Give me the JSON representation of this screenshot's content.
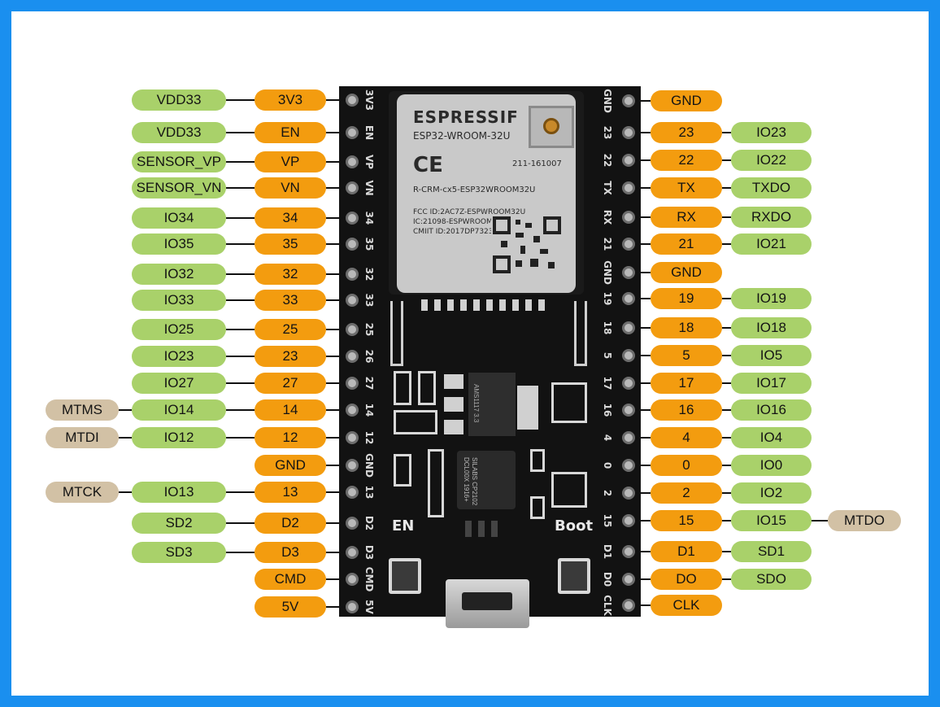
{
  "board": {
    "module_brand": "ESPRESSIF",
    "module_model": "ESP32-WROOM-32U",
    "module_cert1": "211-161007",
    "module_cert2": "R-CRM-cx5-ESP32WROOM32U",
    "module_fcc": "FCC ID:2AC7Z-ESPWROOM32U",
    "module_ic": "IC:21098-ESPWROOM32U",
    "module_cmiit": "CMIIT ID:2017DP7323(M)",
    "ldo_text": "AMS1117 3.3",
    "usb_chip_text": "SILABS CP2102 DCL00X 1916+",
    "en_label": "EN",
    "boot_label": "Boot",
    "left_silk": [
      "3V3",
      "EN",
      "VP",
      "VN",
      "34",
      "35",
      "32",
      "33",
      "25",
      "26",
      "27",
      "14",
      "12",
      "GND",
      "13",
      "D2",
      "D3",
      "CMD",
      "5V"
    ],
    "right_silk": [
      "GND",
      "23",
      "22",
      "TX",
      "RX",
      "21",
      "GND",
      "19",
      "18",
      "5",
      "17",
      "16",
      "4",
      "0",
      "2",
      "15",
      "D1",
      "D0",
      "CLK"
    ]
  },
  "left_pins": [
    {
      "pin": "3V3",
      "func": "VDD33",
      "alt": ""
    },
    {
      "pin": "EN",
      "func": "VDD33",
      "alt": ""
    },
    {
      "pin": "VP",
      "func": "SENSOR_VP",
      "alt": ""
    },
    {
      "pin": "VN",
      "func": "SENSOR_VN",
      "alt": ""
    },
    {
      "pin": "34",
      "func": "IO34",
      "alt": ""
    },
    {
      "pin": "35",
      "func": "IO35",
      "alt": ""
    },
    {
      "pin": "32",
      "func": "IO32",
      "alt": ""
    },
    {
      "pin": "33",
      "func": "IO33",
      "alt": ""
    },
    {
      "pin": "25",
      "func": "IO25",
      "alt": ""
    },
    {
      "pin": "23",
      "func": "IO23",
      "alt": ""
    },
    {
      "pin": "27",
      "func": "IO27",
      "alt": ""
    },
    {
      "pin": "14",
      "func": "IO14",
      "alt": "MTMS"
    },
    {
      "pin": "12",
      "func": "IO12",
      "alt": "MTDI"
    },
    {
      "pin": "GND",
      "func": "",
      "alt": ""
    },
    {
      "pin": "13",
      "func": "IO13",
      "alt": "MTCK"
    },
    {
      "pin": "D2",
      "func": "SD2",
      "alt": ""
    },
    {
      "pin": "D3",
      "func": "SD3",
      "alt": ""
    },
    {
      "pin": "CMD",
      "func": "",
      "alt": ""
    },
    {
      "pin": "5V",
      "func": "",
      "alt": ""
    }
  ],
  "right_pins": [
    {
      "pin": "GND",
      "func": "",
      "alt": ""
    },
    {
      "pin": "23",
      "func": "IO23",
      "alt": ""
    },
    {
      "pin": "22",
      "func": "IO22",
      "alt": ""
    },
    {
      "pin": "TX",
      "func": "TXDO",
      "alt": ""
    },
    {
      "pin": "RX",
      "func": "RXDO",
      "alt": ""
    },
    {
      "pin": "21",
      "func": "IO21",
      "alt": ""
    },
    {
      "pin": "GND",
      "func": "",
      "alt": ""
    },
    {
      "pin": "19",
      "func": "IO19",
      "alt": ""
    },
    {
      "pin": "18",
      "func": "IO18",
      "alt": ""
    },
    {
      "pin": "5",
      "func": "IO5",
      "alt": ""
    },
    {
      "pin": "17",
      "func": "IO17",
      "alt": ""
    },
    {
      "pin": "16",
      "func": "IO16",
      "alt": ""
    },
    {
      "pin": "4",
      "func": "IO4",
      "alt": ""
    },
    {
      "pin": "0",
      "func": "IO0",
      "alt": ""
    },
    {
      "pin": "2",
      "func": "IO2",
      "alt": ""
    },
    {
      "pin": "15",
      "func": "IO15",
      "alt": "MTDO"
    },
    {
      "pin": "D1",
      "func": "SD1",
      "alt": ""
    },
    {
      "pin": "DO",
      "func": "SDO",
      "alt": ""
    },
    {
      "pin": "CLK",
      "func": "",
      "alt": ""
    }
  ],
  "colors": {
    "frame": "#1a8fef",
    "pin_label": "#f39c0f",
    "function_label": "#a9d16a",
    "alt_label": "#d2c1a5",
    "board": "#121212"
  }
}
